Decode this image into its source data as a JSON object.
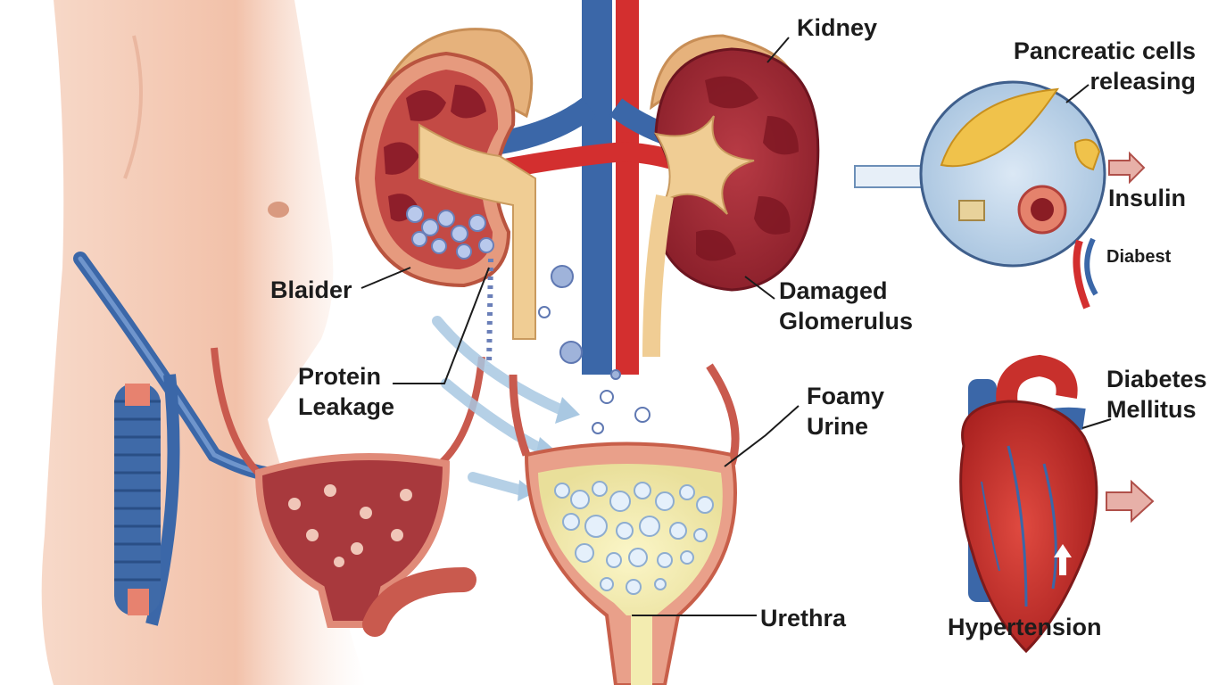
{
  "labels": {
    "kidney": "Kidney",
    "pancreatic_line1": "Pancreatic cells",
    "pancreatic_line2": "releasing",
    "insulin": "Insulin",
    "diabest": "Diabest",
    "blaider": "Blaider",
    "damaged_line1": "Damaged",
    "damaged_line2": "Glomerulus",
    "protein_line1": "Protein",
    "protein_line2": "Leakage",
    "foamy_line1": "Foamy",
    "foamy_line2": "Urine",
    "diabetes_line1": "Diabetes",
    "diabetes_line2": "Mellitus",
    "urethra": "Urethra",
    "hypertension": "Hypertension"
  },
  "colors": {
    "skin": "#f4c9b3",
    "kidney": "#9c2a35",
    "artery": "#d32f2f",
    "vein": "#3b67a8",
    "urine": "#f3efb7",
    "bladder": "#e2866e",
    "circle": "#c8dcef"
  }
}
